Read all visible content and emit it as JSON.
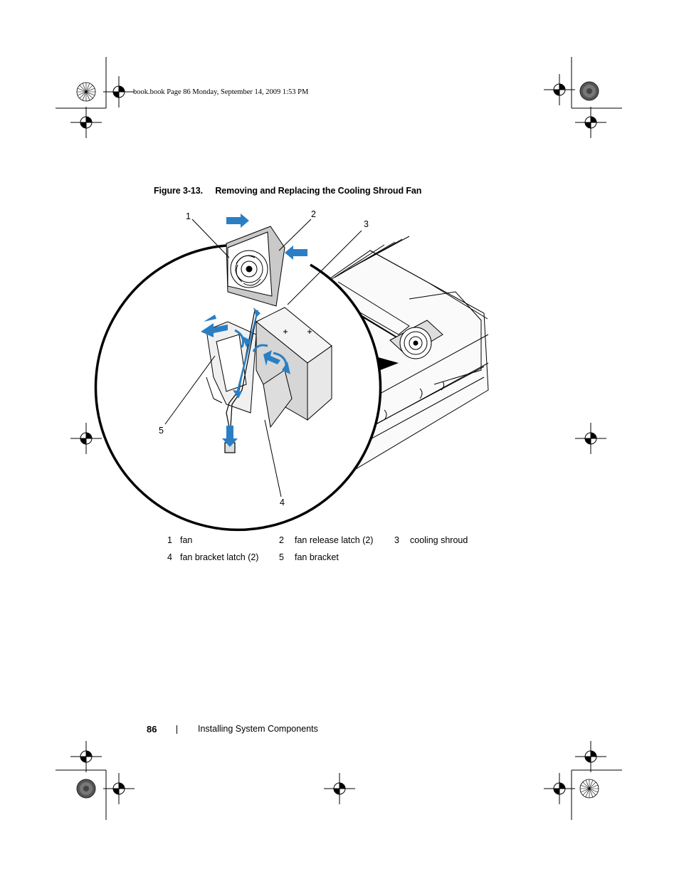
{
  "header": {
    "book_meta": "book.book  Page 86  Monday, September 14, 2009  1:53 PM"
  },
  "figure": {
    "number": "Figure 3-13.",
    "title": "Removing and Replacing the Cooling Shroud Fan",
    "callouts": [
      "1",
      "2",
      "3",
      "4",
      "5"
    ]
  },
  "legend": [
    {
      "num": "1",
      "label": "fan"
    },
    {
      "num": "2",
      "label": "fan release latch (2)"
    },
    {
      "num": "3",
      "label": "cooling shroud"
    },
    {
      "num": "4",
      "label": "fan bracket latch (2)"
    },
    {
      "num": "5",
      "label": "fan bracket"
    }
  ],
  "footer": {
    "page_number": "86",
    "section_title": "Installing System Components"
  },
  "colors": {
    "arrow_blue": "#2a7fc4",
    "line": "#000000"
  }
}
